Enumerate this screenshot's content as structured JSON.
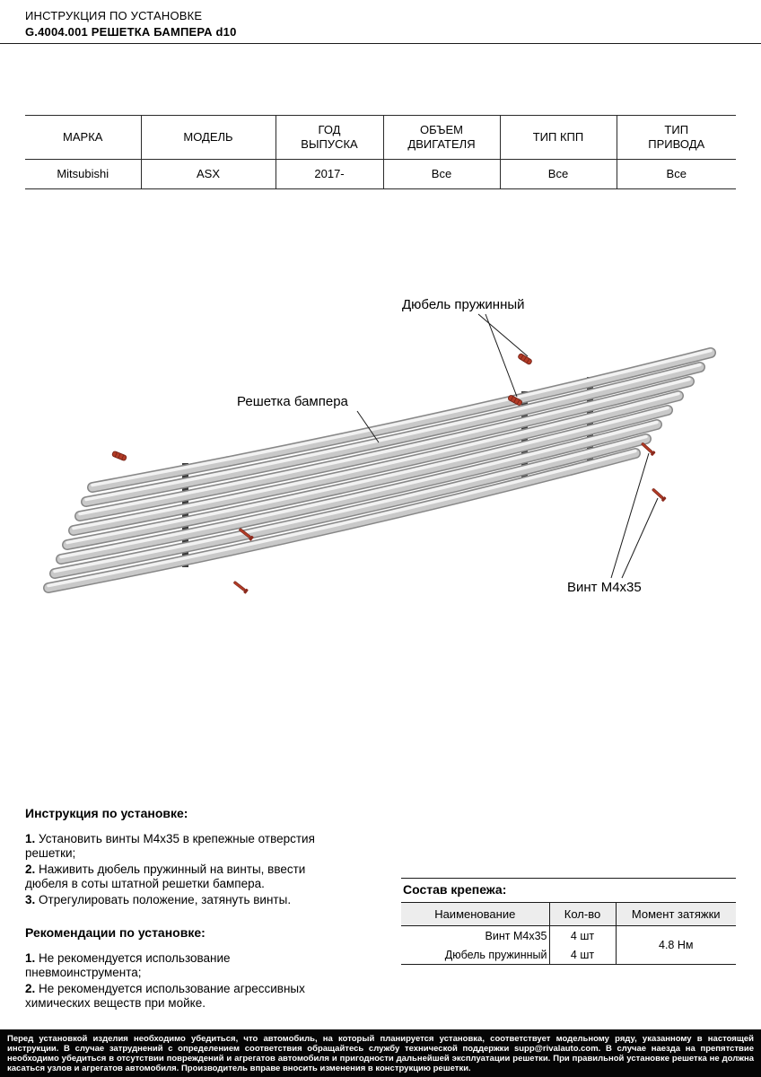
{
  "header": {
    "doc_type": "ИНСТРУКЦИЯ ПО УСТАНОВКЕ",
    "doc_title": "G.4004.001 РЕШЕТКА БАМПЕРА d10"
  },
  "spec_table": {
    "headers": [
      "МАРКА",
      "МОДЕЛЬ",
      "ГОД ВЫПУСКА",
      "ОБЪЕМ ДВИГАТЕЛЯ",
      "ТИП КПП",
      "ТИП ПРИВОДА"
    ],
    "row": [
      "Mitsubishi",
      "ASX",
      "2017-",
      "Все",
      "Все",
      "Все"
    ]
  },
  "diagram": {
    "labels": {
      "dowel": "Дюбель пружинный",
      "grille": "Решетка бампера",
      "screw": "Винт М4х35"
    }
  },
  "instructions": {
    "title": "Инструкция по установке:",
    "steps": [
      {
        "num": "1.",
        "text": "Установить винты М4х35 в крепежные отверстия решетки;"
      },
      {
        "num": "2.",
        "text": "Наживить дюбель пружинный на винты, ввести дюбеля в соты штатной решетки бампера."
      },
      {
        "num": "3.",
        "text": "Отрегулировать положение, затянуть винты."
      }
    ]
  },
  "recommendations": {
    "title": "Рекомендации по установке:",
    "items": [
      {
        "num": "1.",
        "text": "Не рекомендуется использование пневмоинструмента;"
      },
      {
        "num": "2.",
        "text": "Не рекомендуется использование агрессивных химических веществ при мойке."
      }
    ]
  },
  "fasteners": {
    "title": "Состав крепежа:",
    "headers": [
      "Наименование",
      "Кол-во",
      "Момент затяжки"
    ],
    "rows": [
      {
        "name": "Винт М4х35",
        "qty": "4 шт"
      },
      {
        "name": "Дюбель пружинный",
        "qty": "4 шт"
      }
    ],
    "torque": "4.8 Нм"
  },
  "footer": {
    "text": "Перед установкой изделия необходимо убедиться, что автомобиль, на который планируется установка, соответствует модельному ряду, указанному в настоящей инструкции. В случае затруднений с определением соответствия обращайтесь службу технической поддержки supp@rivalauto.com. В случае наезда на препятствие необходимо убедиться в отсутствии повреждений и агрегатов автомобиля и пригодности дальнейшей эксплуатации решетки. При правильной установке решетка не должна касаться узлов и агрегатов автомобиля. Производитель вправе вносить изменения в конструкцию решетки."
  }
}
